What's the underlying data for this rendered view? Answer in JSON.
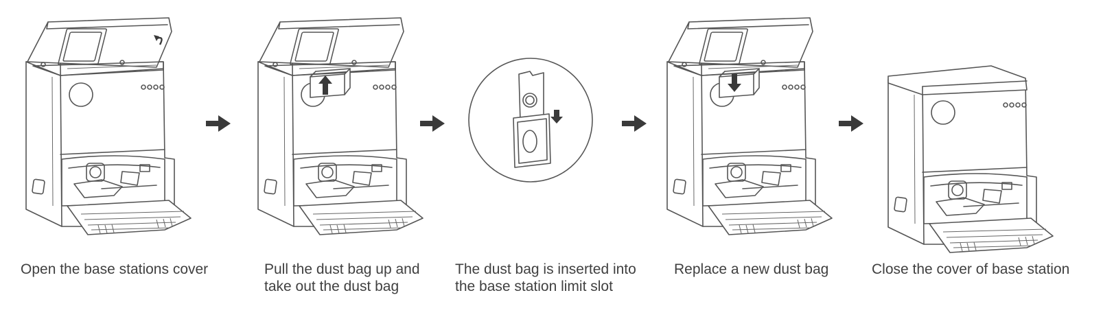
{
  "steps": [
    {
      "caption_lines": [
        "Open the base stations cover"
      ]
    },
    {
      "caption_lines": [
        "Pull the dust bag up and",
        "take out the dust bag"
      ]
    },
    {
      "caption_lines": [
        "The dust bag is inserted into",
        "the base station limit slot"
      ]
    },
    {
      "caption_lines": [
        "Replace a new dust bag"
      ]
    },
    {
      "caption_lines": [
        "Close the cover of base station"
      ]
    }
  ],
  "colors": {
    "line": "#555555",
    "arrow": "#3a3a3a",
    "text": "#404040"
  },
  "icons": [
    "right-arrow-icon",
    "rotate-arrow-icon",
    "up-arrow-icon",
    "down-arrow-icon"
  ]
}
